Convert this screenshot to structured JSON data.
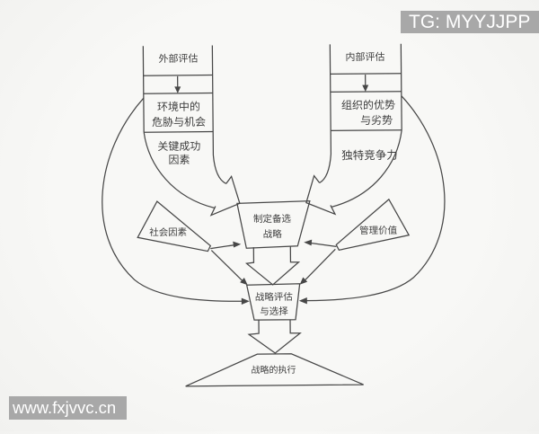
{
  "watermarks": {
    "telegram": "TG: MYYJJPP",
    "site": "www.fxjvvc.cn"
  },
  "diagram": {
    "left_column": {
      "title": "外部评估",
      "box1_line1": "环境中的",
      "box1_line2": "危胁与机会",
      "box2_line1": "关键成功",
      "box2_line2": "因素"
    },
    "right_column": {
      "title": "内部评估",
      "box1_line1": "组织的优势",
      "box1_line2": "与劣势",
      "box2_line1": "独特竞争力"
    },
    "center_box": {
      "line1": "制定备选",
      "line2": "战略"
    },
    "left_factor": "社会因素",
    "right_factor": "管理价值",
    "evaluation_box": {
      "line1": "战略评估",
      "line2": "与选择"
    },
    "execution": "战略的执行"
  },
  "colors": {
    "line": "#474747",
    "text": "#3e3e3e",
    "watermark_bg": "#a8a8a8",
    "background": "#f6f6f4"
  }
}
